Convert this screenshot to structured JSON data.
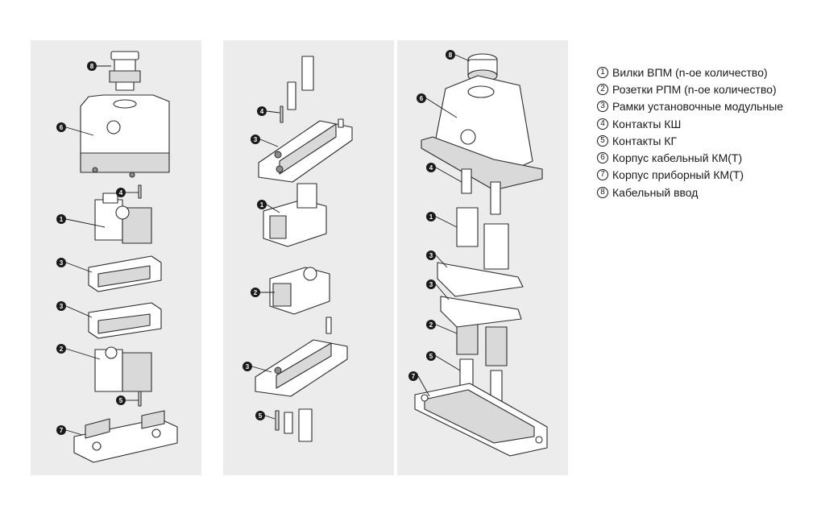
{
  "panels": [
    {
      "callouts": [
        "8",
        "6",
        "4",
        "1",
        "3",
        "3",
        "2",
        "5",
        "7"
      ]
    },
    {
      "callouts": [
        "4",
        "3",
        "1",
        "2",
        "3",
        "5"
      ]
    },
    {
      "callouts": [
        "8",
        "6",
        "4",
        "1",
        "3",
        "3",
        "2",
        "5",
        "7"
      ]
    }
  ],
  "legend": [
    {
      "num": "1",
      "label": "Вилки ВПМ (n-ое количество)"
    },
    {
      "num": "2",
      "label": "Розетки РПМ (n-ое количество)"
    },
    {
      "num": "3",
      "label": "Рамки установочные модульные"
    },
    {
      "num": "4",
      "label": "Контакты КШ"
    },
    {
      "num": "5",
      "label": "Контакты КГ"
    },
    {
      "num": "6",
      "label": "Корпус кабельный КМ(Т)"
    },
    {
      "num": "7",
      "label": "Корпус приборный КМ(Т)"
    },
    {
      "num": "8",
      "label": "Кабельный ввод"
    }
  ]
}
